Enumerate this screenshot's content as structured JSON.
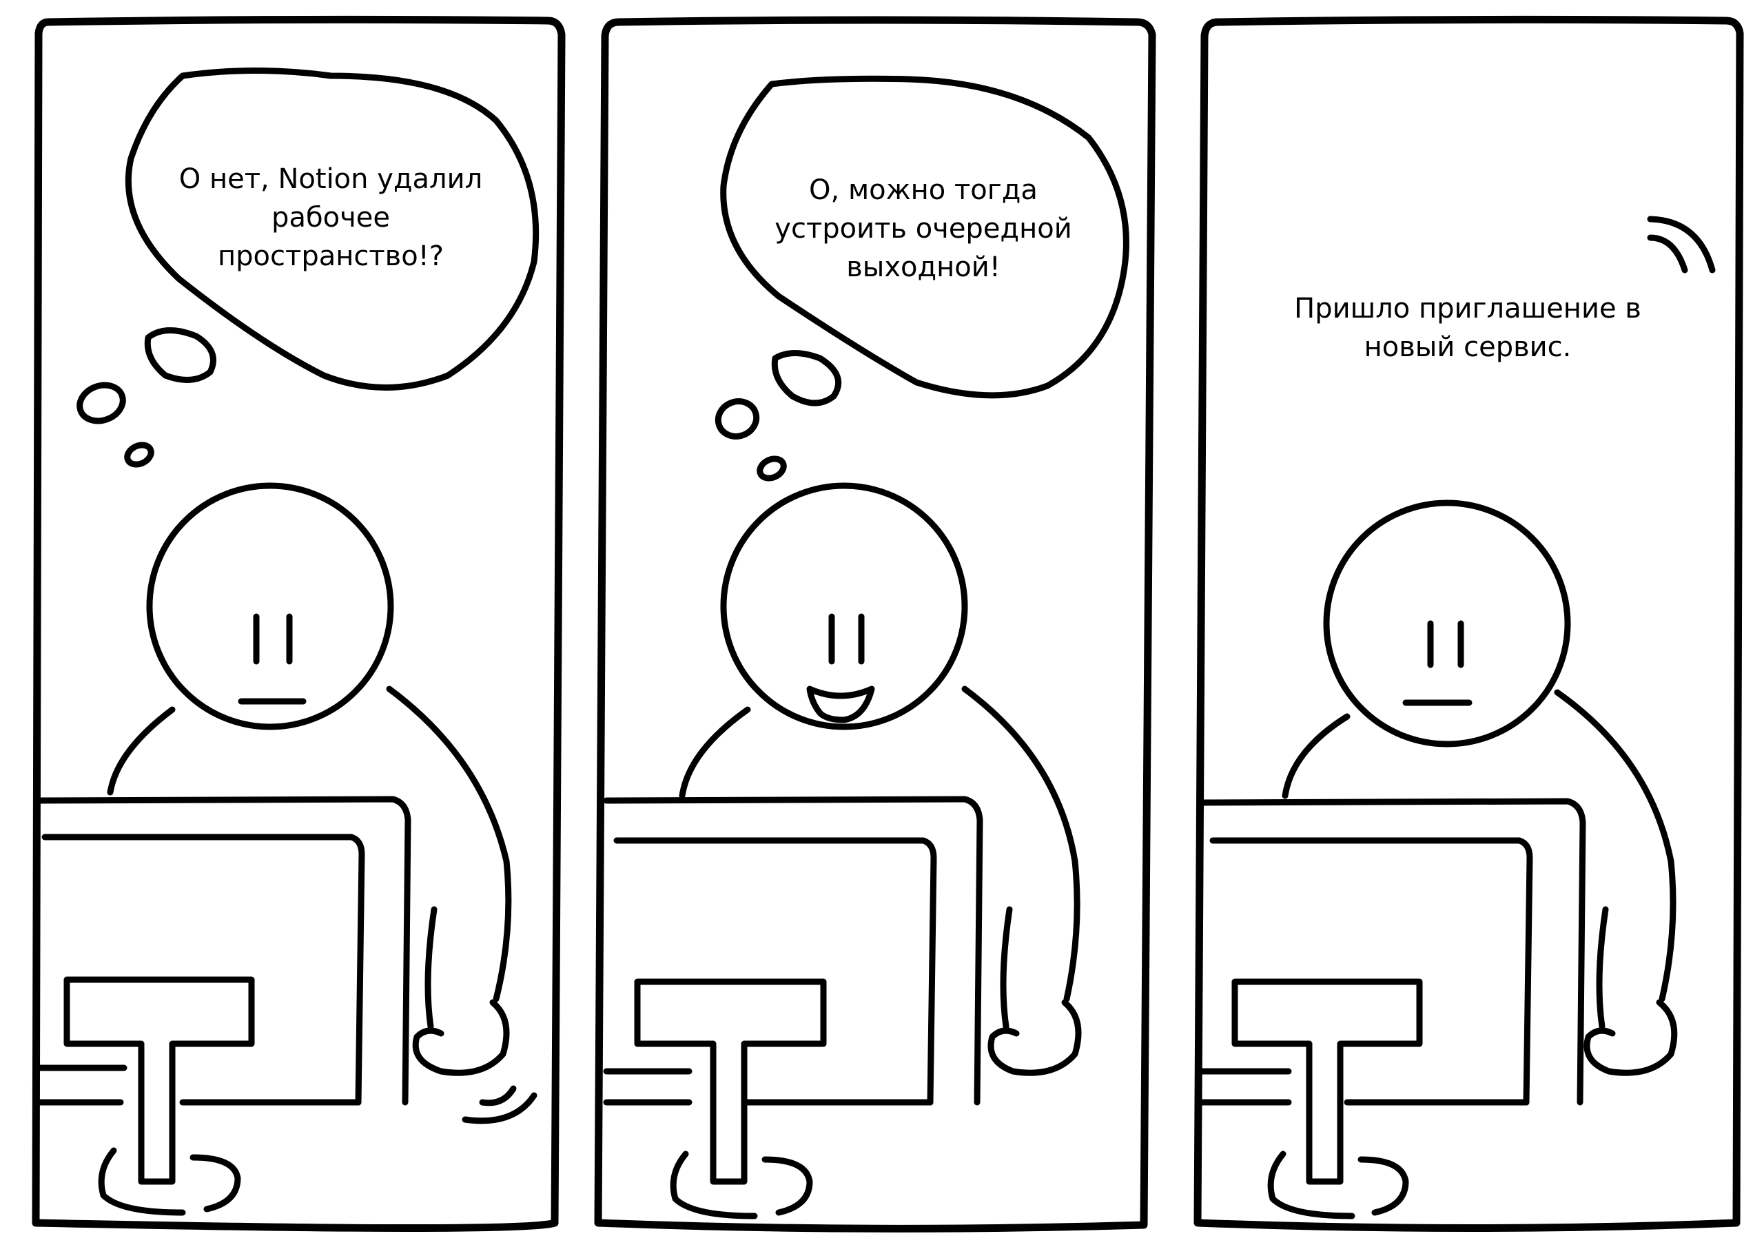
{
  "panels": [
    {
      "thought": "О нет, Notion удалил\nрабочее\nпространство!?",
      "expression": "neutral",
      "effect": "vibration-lines"
    },
    {
      "thought": "О, можно тогда\nустроить очередной\nвыходной!",
      "expression": "smile",
      "effect": "none"
    },
    {
      "caption": "Пришло приглашение в\nновый сервис.",
      "expression": "neutral",
      "effect": "notification-signal"
    }
  ]
}
